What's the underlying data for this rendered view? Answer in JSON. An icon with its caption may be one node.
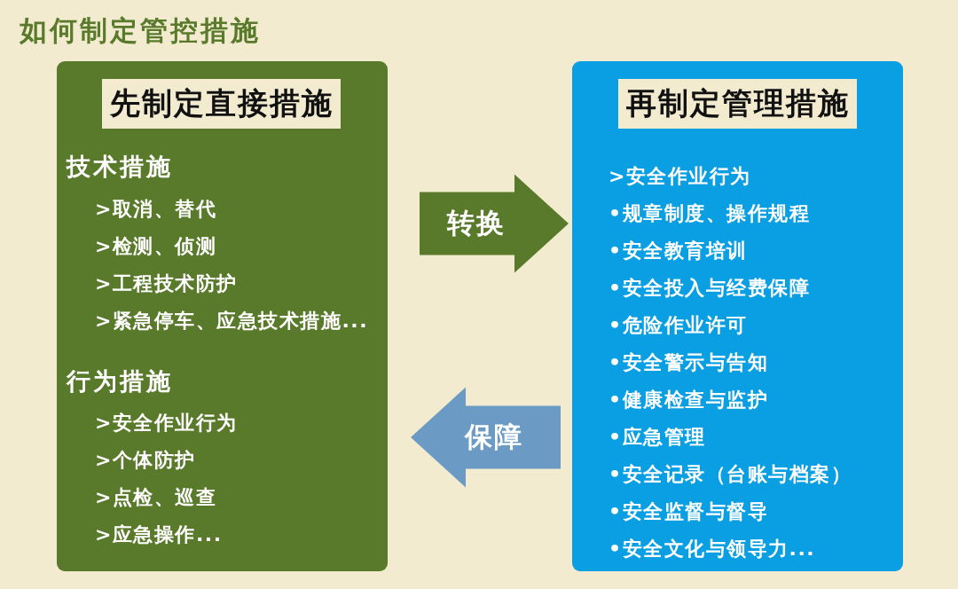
{
  "diagram": {
    "title": "如何制定管控措施",
    "nodes": [
      {
        "text": [
          "技术措施",
          ">取消、替代",
          ">检测、侦测",
          ">工程技术防护",
          ">紧急停车、应急技术措施...",
          "行为措施",
          ">安全作业行为",
          ">个体防护",
          ">点检、巡查",
          ">应急操作..."
        ]
      },
      {
        "text": [
          "先制定直接措施"
        ],
        "in": 0
      },
      {
        "text": [
          ">安全作业行为",
          "•规章制度、操作规程",
          "•安全教育培训",
          "•安全投入与经费保障",
          "•危险作业许可",
          "•安全警示与告知",
          "•健康检查与监护",
          "•应急管理",
          "•安全记录（台账与档案）",
          "•安全监督与督导",
          "•安全文化与领导力..."
        ]
      },
      {
        "text": [
          "再制定管理措施"
        ],
        "in": 2
      }
    ],
    "edges": [
      {
        "from": 0,
        "to": 2,
        "arrow": "to",
        "label": "转换",
        "color": "#5a7a2b"
      },
      {
        "from": 2,
        "to": 0,
        "arrow": "to",
        "label": "保障",
        "color": "#6b9bc4"
      }
    ]
  }
}
